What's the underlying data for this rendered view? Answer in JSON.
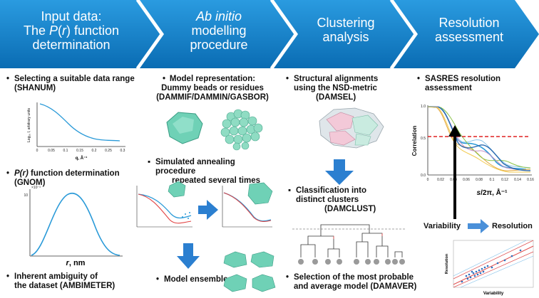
{
  "header": {
    "colors": {
      "bg": "#0c6fb8",
      "chevron": "#1c8fd6",
      "edge": "#ffffff"
    },
    "steps": [
      {
        "line1": "Input data:",
        "line2": "The P(r) function",
        "line3": "determination"
      },
      {
        "line1": "Ab initio",
        "line2": "modelling",
        "line3": "procedure"
      },
      {
        "line1": "Clustering",
        "line2": "analysis"
      },
      {
        "line1": "Resolution",
        "line2": "assessment"
      }
    ]
  },
  "col1": {
    "item1": {
      "line1": "Selecting a suitable data range",
      "line2": "(SHANUM)"
    },
    "plot1": {
      "ylabel": "Log₁₀ I, arbitrary units",
      "xlabel": "q, Å⁻¹",
      "ticks": [
        "0",
        "0.05",
        "0.1",
        "0.15",
        "0.2",
        "0.25",
        "0.3"
      ]
    },
    "item2": {
      "line1_pre": "P",
      "line1_it": "(r)",
      "line1_post": " function determination",
      "line2": "(GNOM)"
    },
    "plot2": {
      "scale": "×10⁻³",
      "ymax": "10",
      "xlabel_it": "r",
      "xlabel_rest": ", nm"
    },
    "item3": {
      "line1": "Inherent ambiguity of",
      "line2": "the dataset (AMBIMETER)"
    }
  },
  "col2": {
    "item1": {
      "line1": "Model representation:",
      "line2": "Dummy beads or residues",
      "line3": "(DAMMIF/DAMMIN/GASBOR)"
    },
    "item2": {
      "line1": "Simulated annealing procedure",
      "line2": "repeated several times"
    },
    "item3": {
      "line1": "Model ensemble"
    }
  },
  "col3": {
    "item1": {
      "line1": "Structural alignments",
      "line2": "using the NSD-metric",
      "line3": "(DAMSEL)"
    },
    "item2": {
      "line1": "Classification into",
      "line2": "distinct clusters",
      "line3": "(DAMCLUST)"
    },
    "item3": {
      "line1": "Selection of the most probable",
      "line2": "and average model (DAMAVER)"
    }
  },
  "col4": {
    "item1": {
      "line1": "SASRES resolution",
      "line2": "assessment"
    },
    "chart": {
      "ylabel": "Correlation",
      "xlabel_it": "s",
      "xlabel_rest": "/2π, Å⁻¹",
      "yticks": [
        "1.0",
        "0.5",
        "0.0"
      ],
      "xticks": [
        "0",
        "0.02",
        "0.04",
        "0.06",
        "0.08",
        "0.1",
        "0.12",
        "0.14",
        "0.16"
      ],
      "threshold_color": "#e02020"
    },
    "variability": "Variability",
    "resolution": "Resolution",
    "scatter": {
      "xlabel": "Variability",
      "ylabel": "Resolution"
    }
  }
}
